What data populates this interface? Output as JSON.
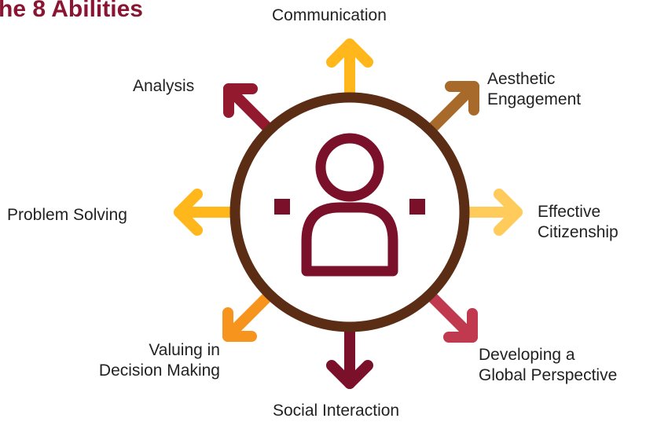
{
  "title": "he 8 Abilities",
  "colors": {
    "circle": "#5a2d14",
    "person": "#7a1029",
    "maroon": "#93192f",
    "gold": "#ffb71b",
    "bronze": "#a86a2a",
    "light_gold": "#ffcc5c",
    "rose": "#c0394f",
    "orange": "#f7941e"
  },
  "abilities": [
    {
      "name": "communication",
      "lines": [
        "Communication"
      ],
      "color": "gold"
    },
    {
      "name": "aesthetic-engagement",
      "lines": [
        "Aesthetic",
        "Engagement"
      ],
      "color": "bronze"
    },
    {
      "name": "effective-citizenship",
      "lines": [
        "Effective",
        "Citizenship"
      ],
      "color": "light_gold"
    },
    {
      "name": "global-perspective",
      "lines": [
        "Developing a",
        "Global Perspective"
      ],
      "color": "rose"
    },
    {
      "name": "social-interaction",
      "lines": [
        "Social Interaction"
      ],
      "color": "person"
    },
    {
      "name": "valuing-decision",
      "lines": [
        "Valuing in",
        "Decision Making"
      ],
      "color": "orange"
    },
    {
      "name": "problem-solving",
      "lines": [
        "Problem Solving"
      ],
      "color": "gold"
    },
    {
      "name": "analysis",
      "lines": [
        "Analysis"
      ],
      "color": "maroon"
    }
  ]
}
